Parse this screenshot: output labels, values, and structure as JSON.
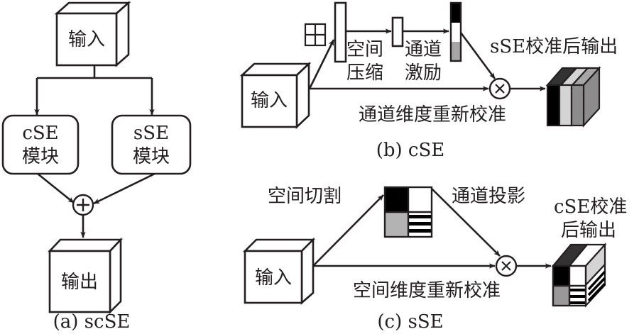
{
  "panel_a": {
    "input_label": "输入",
    "cse_module": [
      "cSE",
      "模块"
    ],
    "sse_module": [
      "sSE",
      "模块"
    ],
    "merge_op": "+",
    "output_label": "输出",
    "caption": "(a) scSE"
  },
  "panel_b": {
    "input_label": "输入",
    "squeeze_label": [
      "空间",
      "压缩"
    ],
    "excitation_label": [
      "通道",
      "激励"
    ],
    "output_label": "sSE校准后输出",
    "recalibration_label": "通道维度重新校准",
    "multiply_op": "×",
    "caption": "(b) cSE"
  },
  "panel_c": {
    "input_label": "输入",
    "split_label": "空间切割",
    "projection_label": "通道投影",
    "output_label": [
      "cSE校准",
      "后输出"
    ],
    "recalibration_label": "空间维度重新校准",
    "multiply_op": "×",
    "caption": "(c) sSE"
  },
  "colors": {
    "ink": "#231f20",
    "black": "#000000",
    "dark_gray": "#333333",
    "light_gray": "#d4d4d4",
    "mid_gray": "#a6a6a6",
    "gray": "#8c8c8c",
    "white": "#ffffff"
  }
}
